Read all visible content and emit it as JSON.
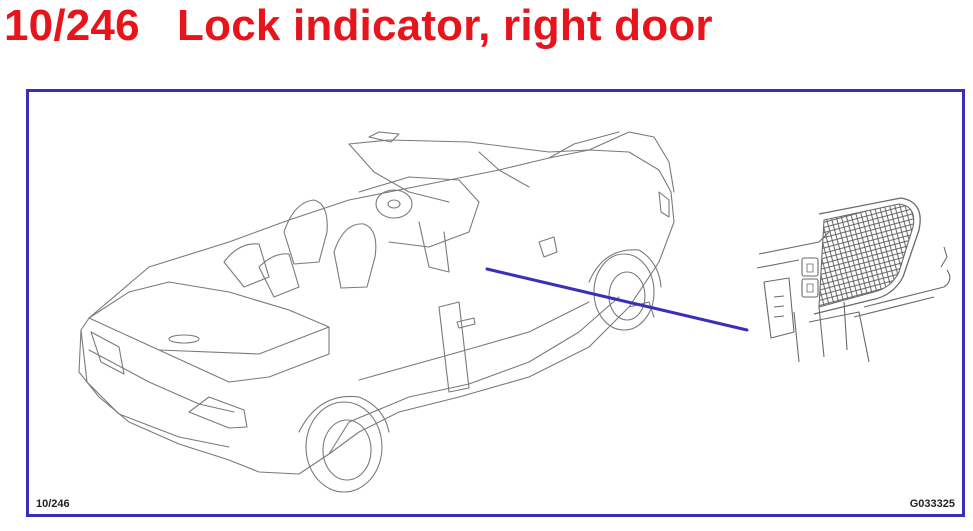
{
  "header": {
    "title": "10/246   Lock indicator, right door"
  },
  "figure": {
    "number_label": "10/246",
    "code_label": "G033325",
    "icons": [
      "convertible-car-icon",
      "door-lock-panel-icon",
      "leader-line"
    ]
  },
  "colors": {
    "title": "#e8141c",
    "frame_border": "#3a2fb8",
    "leader_line": "#3a2fb8",
    "drawing": "#777777"
  }
}
